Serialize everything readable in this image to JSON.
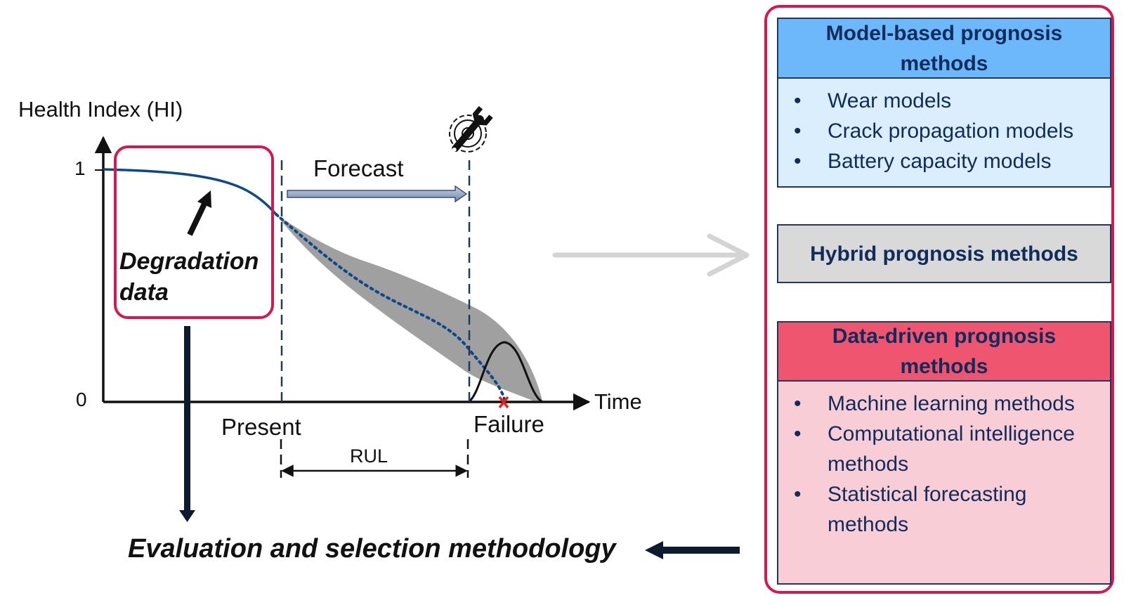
{
  "left": {
    "y_axis_title": "Health Index (HI)",
    "tick_one": "1",
    "tick_zero": "0",
    "x_axis_title": "Time",
    "forecast_label": "Forecast",
    "present_label": "Present",
    "failure_label": "Failure",
    "rul_label": "RUL",
    "degradation_line1": "Degradation",
    "degradation_line2": "data",
    "evaluation_label": "Evaluation and selection methodology"
  },
  "right": {
    "model_based": {
      "title": "Model-based prognosis methods",
      "items": [
        "Wear models",
        "Crack propagation models",
        "Battery capacity models"
      ]
    },
    "hybrid": {
      "title": "Hybrid prognosis methods"
    },
    "data_driven": {
      "title": "Data-driven prognosis methods",
      "items": [
        "Machine learning methods",
        "Computational intelligence methods",
        "Statistical forecasting methods"
      ]
    }
  },
  "colors": {
    "accent_red": "#d5194f",
    "navy": "#0f2c5c",
    "model_header": "#6db8fb",
    "model_body": "#dbeefe",
    "hybrid_fill": "#d9d9d9",
    "data_header": "#f0556f",
    "data_body": "#f8cdd6",
    "curve_blue": "#0b4a8a",
    "uncertainty_gray": "#8c8c8c"
  },
  "icons": {
    "maintenance": "wrench-gear-icon",
    "failure_point": "x-mark-icon"
  }
}
